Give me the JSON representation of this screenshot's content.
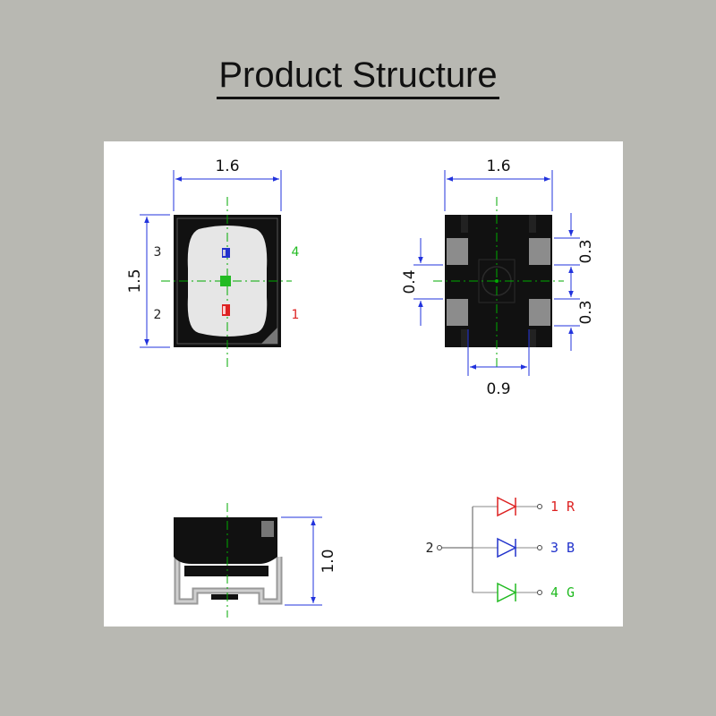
{
  "title": "Product Structure",
  "colors": {
    "dimension_line": "#2233dd",
    "center_line": "#00aa00",
    "body": "#111111",
    "lens": "#e6e6e6",
    "pad": "#8c8c8c",
    "red": "#dd2222",
    "blue": "#2233cc",
    "green": "#22bb22",
    "background": "#b8b8b2",
    "panel": "#ffffff"
  },
  "top_view": {
    "width": "1.6",
    "height": "1.5",
    "pin_top_left": "3",
    "pin_bottom_left": "2",
    "pin_top_right": "4",
    "pin_bottom_right": "1"
  },
  "bottom_view": {
    "width": "1.6",
    "pad_height_top": "0.3",
    "pad_height_bottom": "0.3",
    "pad_gap": "0.4",
    "pad_pitch": "0.9"
  },
  "side_view": {
    "height": "1.0"
  },
  "schematic": {
    "common_pin": "2",
    "channels": [
      {
        "label": "1 R",
        "color": "red"
      },
      {
        "label": "3 B",
        "color": "blue"
      },
      {
        "label": "4 G",
        "color": "green"
      }
    ]
  }
}
